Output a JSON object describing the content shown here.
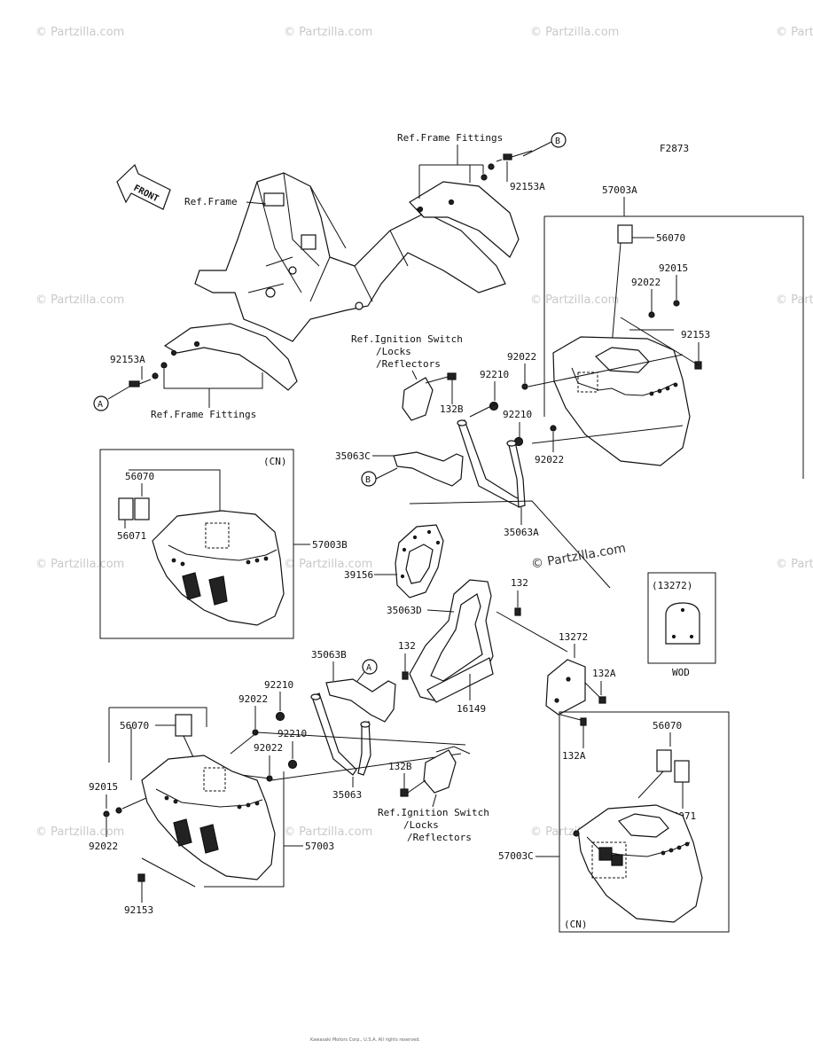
{
  "diagram_code": "F2873",
  "front_label": "FRONT",
  "watermarks": [
    "© Partzilla.com",
    "© Partzilla.com",
    "© Partzilla.com",
    "© Partzilla.com",
    "© Partzilla.com",
    "© Partzilla.com",
    "© Partzilla.com",
    "© Partzilla.com",
    "© Partzilla.com",
    "© Partzilla.com",
    "© Partzilla.com",
    "© Partzilla.com",
    "© Partzilla.com"
  ],
  "watermark_center": "© Partzilla.com",
  "callouts": {
    "A_top": "A",
    "B_top": "B",
    "B_mid": "B",
    "A_mid": "A"
  },
  "labels": {
    "ref_frame_fittings_top": "Ref.Frame Fittings",
    "ref_frame": "Ref.Frame",
    "p92153A_top": "92153A",
    "p57003A": "57003A",
    "p56070_top": "56070",
    "p92015_top": "92015",
    "p92022_a": "92022",
    "p92153_right": "92153",
    "ref_ign_top": "Ref.Ignition Switch",
    "locks_top": "/Locks",
    "reflectors_top": "/Reflectors",
    "p92153A_left": "92153A",
    "ref_frame_fittings_bottom": "Ref.Frame Fittings",
    "p92022_b": "92022",
    "p92210_a": "92210",
    "p132B_top": "132B",
    "p92210_b": "92210",
    "p35063C": "35063C",
    "p92022_c": "92022",
    "p35063A": "35063A",
    "cn_left": "(CN)",
    "p56070_left": "56070",
    "p56071_left": "56071",
    "p57003B": "57003B",
    "p39156": "39156",
    "p132_top": "132",
    "p35063D": "35063D",
    "p13272_box": "(13272)",
    "wod": "WOD",
    "p13272": "13272",
    "p132A_top": "132A",
    "p132_mid": "132",
    "p35063B": "35063B",
    "p16149": "16149",
    "p132A_bottom": "132A",
    "p92210_c": "92210",
    "p92022_d": "92022",
    "p56070_bl": "56070",
    "p92210_d": "92210",
    "p92022_e": "92022",
    "p35063": "35063",
    "p132B_bottom": "132B",
    "ref_ign_bottom": "Ref.Ignition Switch",
    "locks_bottom": "/Locks",
    "reflectors_bottom": "/Reflectors",
    "p92015_left": "92015",
    "p92022_f": "92022",
    "p57003": "57003",
    "p92153_bottom": "92153",
    "p56070_br": "56070",
    "p56071_br": "56071",
    "p57003C": "57003C",
    "cn_right": "(CN)"
  },
  "footer": "Kawasaki Motors Corp., U.S.A. All rights reserved."
}
